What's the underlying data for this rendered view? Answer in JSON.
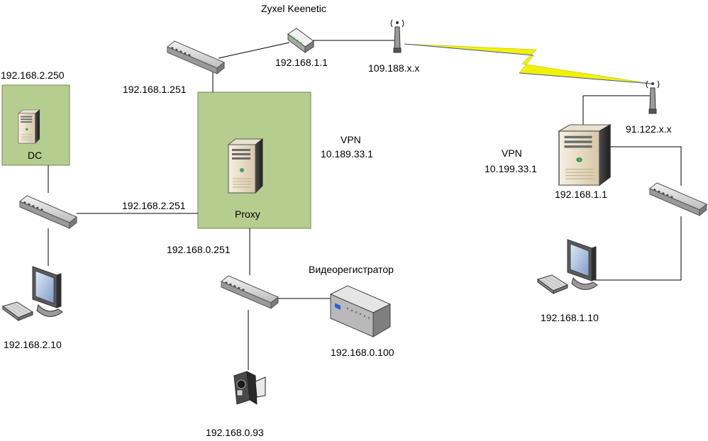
{
  "nodes": {
    "router": {
      "title": "Zyxel Keenetic",
      "ip": "192.168.1.1"
    },
    "antenna_left": {
      "ip": "109.188.x.x"
    },
    "antenna_right": {
      "ip": "91.122.x.x"
    },
    "dc": {
      "ip": "192.168.2.250",
      "name": "DC"
    },
    "proxy": {
      "name": "Proxy",
      "ip_top": "192.168.1.251",
      "ip_left": "192.168.2.251",
      "ip_bottom": "192.168.0.251",
      "vpn_label": "VPN",
      "vpn_ip": "10.189.33.1"
    },
    "pc_left": {
      "ip": "192.168.2.10"
    },
    "dvr": {
      "title": "Видеорегистратор",
      "ip": "192.168.0.100"
    },
    "camera": {
      "ip": "192.168.0.93"
    },
    "remote_server": {
      "vpn_label": "VPN",
      "vpn_ip": "10.199.33.1",
      "ip": "192.168.1.1"
    },
    "pc_right": {
      "ip": "192.168.1.10"
    }
  },
  "colors": {
    "zone_fill": "#b5cd8f",
    "zone_border": "#6f8a52",
    "link_yellow": "#f2f200",
    "link_blue": "#3a56b0"
  }
}
